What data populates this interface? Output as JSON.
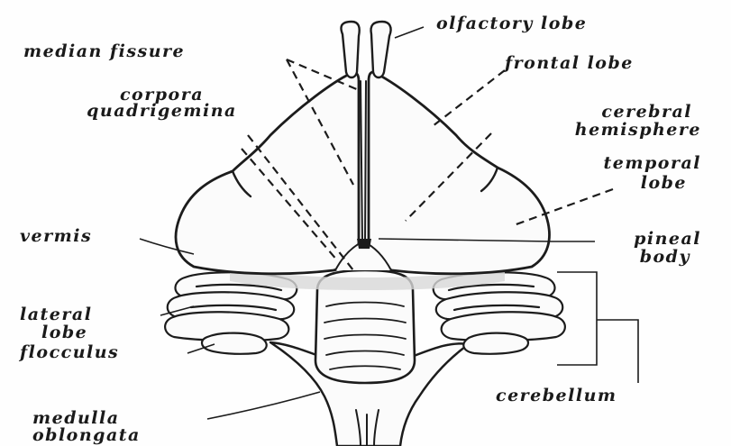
{
  "labels": {
    "olfactory_lobe": "olfactory lobe",
    "median_fissure": "median fissure",
    "frontal_lobe": "frontal lobe",
    "corpora_quadrigemina_1": "corpora",
    "corpora_quadrigemina_2": "quadrigemina",
    "cerebral_hemisphere_1": "cerebral",
    "cerebral_hemisphere_2": "hemisphere",
    "temporal_lobe_1": "temporal",
    "temporal_lobe_2": "lobe",
    "vermis": "vermis",
    "pineal_body_1": "pineal",
    "pineal_body_2": "body",
    "lateral_lobe_1": "lateral",
    "lateral_lobe_2": "lobe",
    "flocculus": "flocculus",
    "cerebellum": "cerebellum",
    "medulla_oblongata_1": "medulla",
    "medulla_oblongata_2": "oblongata"
  },
  "colors": {
    "ink": "#1c1c1c",
    "paper": "#fefefe"
  }
}
